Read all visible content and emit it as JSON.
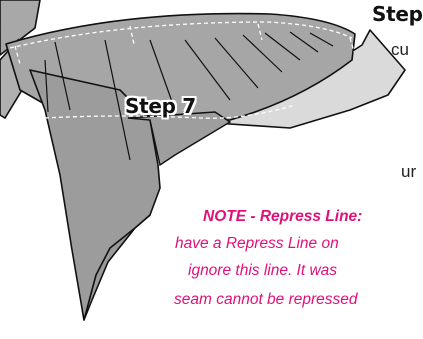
{
  "labels": {
    "step_top": "Step",
    "step_7": "Step 7"
  },
  "fragments": {
    "cu": "cu",
    "un": "ur"
  },
  "note": {
    "title": "NOTE - Repress Line:",
    "line2": "have a Repress Line on",
    "line3": "ignore this line.  It was",
    "line4": "seam cannot be repressed"
  },
  "colors": {
    "fabric_dark": "#999999",
    "fabric_mid": "#a8a8a8",
    "fabric_light": "#d8d8d8",
    "note_pink": "#e0107a"
  }
}
